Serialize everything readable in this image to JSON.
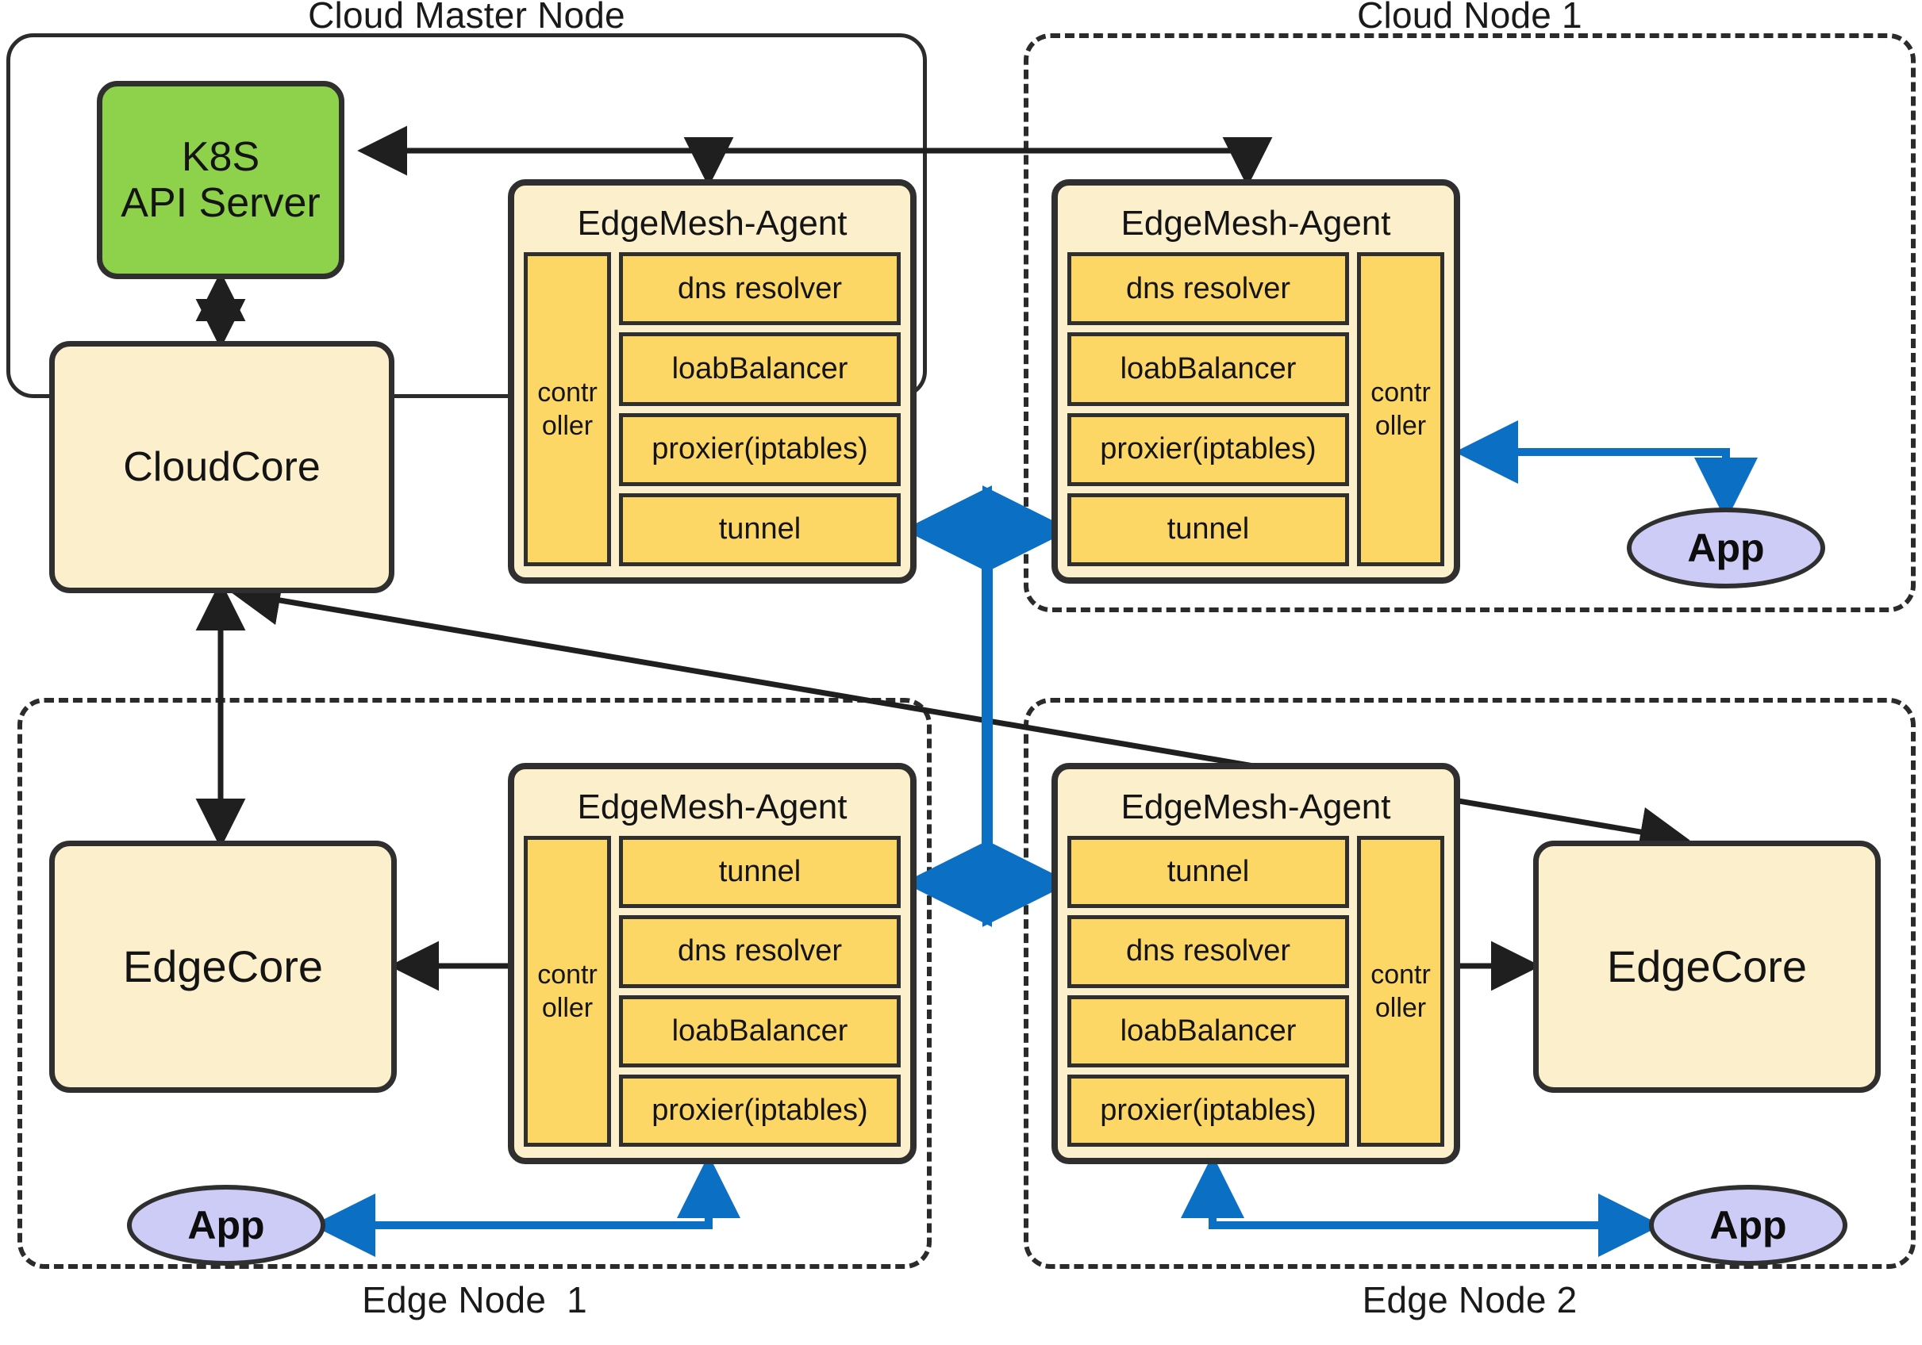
{
  "diagram": {
    "title": "EdgeMesh architecture across cloud and edge nodes",
    "colors": {
      "green": "#8ED14B",
      "cream": "#FCEFCB",
      "yellow": "#FDD765",
      "app_purple": "#CCCCF7",
      "blue_arrow": "#0B6FC4",
      "black_arrow": "#1f1f1f",
      "border": "#2f2f2f"
    },
    "zones": [
      {
        "id": "cloud-master-node",
        "label": "Cloud Master Node",
        "border": "solid"
      },
      {
        "id": "cloud-node-1",
        "label": "Cloud Node 1",
        "border": "dashed"
      },
      {
        "id": "edge-node-1",
        "label": "Edge Node  1",
        "border": "dashed"
      },
      {
        "id": "edge-node-2",
        "label": "Edge Node 2",
        "border": "dashed"
      }
    ],
    "boxes": {
      "k8s_api_server": "K8S\nAPI Server",
      "cloudcore": "CloudCore",
      "edgecore_1": "EdgeCore",
      "edgecore_2": "EdgeCore"
    },
    "agents": [
      {
        "id": "agent-cloud-master",
        "title": "EdgeMesh-Agent",
        "controller": "contr\noller",
        "controller_side": "left",
        "modules": [
          "dns resolver",
          "loabBalancer",
          "proxier(iptables)",
          "tunnel"
        ]
      },
      {
        "id": "agent-cloud-node-1",
        "title": "EdgeMesh-Agent",
        "controller": "contr\noller",
        "controller_side": "right",
        "modules": [
          "dns resolver",
          "loabBalancer",
          "proxier(iptables)",
          "tunnel"
        ]
      },
      {
        "id": "agent-edge-node-1",
        "title": "EdgeMesh-Agent",
        "controller": "contr\noller",
        "controller_side": "left",
        "modules": [
          "tunnel",
          "dns resolver",
          "loabBalancer",
          "proxier(iptables)"
        ]
      },
      {
        "id": "agent-edge-node-2",
        "title": "EdgeMesh-Agent",
        "controller": "contr\noller",
        "controller_side": "right",
        "modules": [
          "tunnel",
          "dns resolver",
          "loabBalancer",
          "proxier(iptables)"
        ]
      }
    ],
    "apps": [
      {
        "id": "app-cloud-node-1",
        "label": "App"
      },
      {
        "id": "app-edge-node-1",
        "label": "App"
      },
      {
        "id": "app-edge-node-2",
        "label": "App"
      }
    ],
    "connections": [
      {
        "from": "agents",
        "to": "k8s_api_server",
        "style": "black-arrow",
        "note": "agents watch K8S API Server"
      },
      {
        "from": "k8s_api_server",
        "to": "cloudcore",
        "style": "black-double-arrow"
      },
      {
        "from": "cloudcore",
        "to": "edgecore_1",
        "style": "black-double-arrow"
      },
      {
        "from": "cloudcore",
        "to": "edgecore_2",
        "style": "black-arrow-diagonal"
      },
      {
        "from": "agent-cloud-master.tunnel",
        "to": "agent-cloud-node-1.tunnel",
        "style": "blue-double-arrow"
      },
      {
        "from": "agent-edge-node-1.tunnel",
        "to": "agent-edge-node-2.tunnel",
        "style": "blue-double-arrow"
      },
      {
        "from": "cloud-tunnels",
        "to": "edge-tunnels",
        "style": "blue-trunk"
      },
      {
        "from": "agent-cloud-node-1.controller",
        "to": "app-cloud-node-1",
        "style": "blue-arrow"
      },
      {
        "from": "agent-edge-node-1",
        "to": "app-edge-node-1",
        "style": "blue-arrow"
      },
      {
        "from": "agent-edge-node-2",
        "to": "app-edge-node-2",
        "style": "blue-arrow"
      },
      {
        "from": "agent-edge-node-1.controller",
        "to": "edgecore_1",
        "style": "black-arrow"
      },
      {
        "from": "agent-edge-node-2.controller",
        "to": "edgecore_2",
        "style": "black-arrow"
      }
    ]
  }
}
